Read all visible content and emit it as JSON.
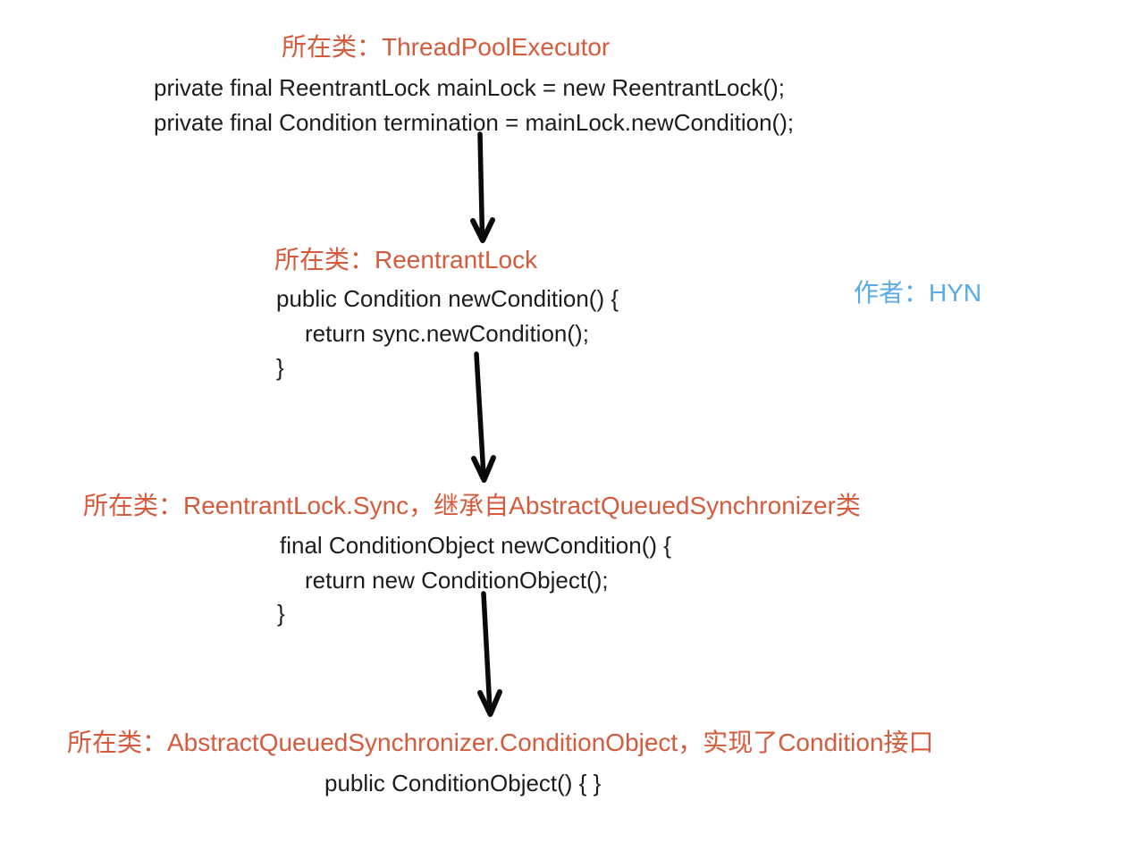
{
  "page": {
    "author_note": "作者：HYN"
  },
  "colors": {
    "header_orange": "#d65a3c",
    "author_blue": "#56abe8",
    "code_black": "#1c1c1c",
    "arrow_black": "#0a0a0a",
    "background": "#ffffff"
  },
  "sections": [
    {
      "header": "所在类：ThreadPoolExecutor",
      "code_lines": [
        "private final ReentrantLock mainLock = new ReentrantLock();",
        "private final Condition termination = mainLock.newCondition();"
      ]
    },
    {
      "header": "所在类：ReentrantLock",
      "code_lines": [
        "public Condition newCondition() {",
        "return sync.newCondition();",
        "}"
      ]
    },
    {
      "header": "所在类：ReentrantLock.Sync，继承自AbstractQueuedSynchronizer类",
      "code_lines": [
        "final ConditionObject newCondition() {",
        "return new ConditionObject();",
        "}"
      ]
    },
    {
      "header": "所在类：AbstractQueuedSynchronizer.ConditionObject，实现了Condition接口",
      "code_lines": [
        "public ConditionObject() { }"
      ]
    }
  ]
}
